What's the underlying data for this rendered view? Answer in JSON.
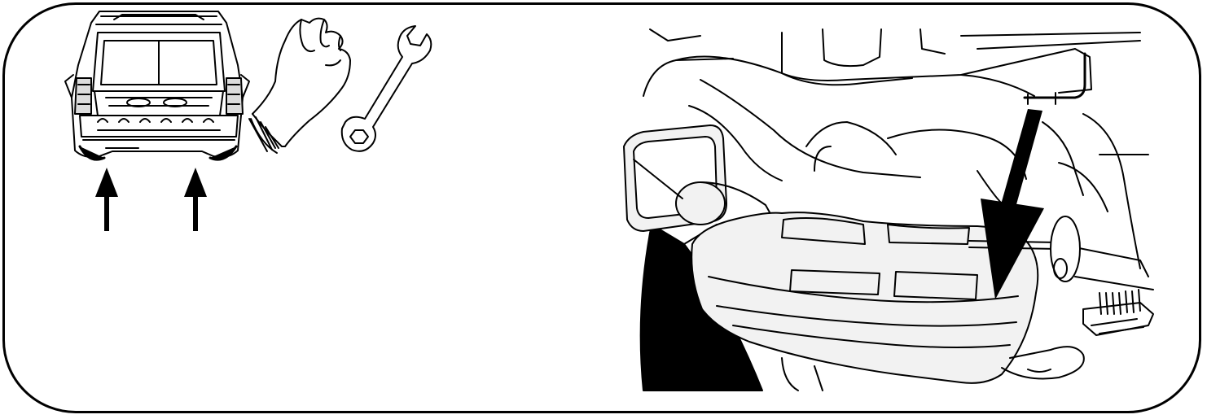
{
  "panel": {
    "left_scene": {
      "car_view": "rear-of-vehicle-with-open-tailgate",
      "arrows": [
        "up-arrow-left-lift-point",
        "up-arrow-right-lift-point"
      ],
      "tools": [
        "protective-glove-icon",
        "open-end-wrench-icon"
      ]
    },
    "right_scene": {
      "component": "exhaust-muffler",
      "arrow": "down-arrow-pointing-to-hanger-bolt"
    }
  },
  "colors": {
    "line": "#000000",
    "fill_light": "#f2f2f2",
    "fill_mid": "#dcdcdc",
    "background": "#ffffff"
  }
}
